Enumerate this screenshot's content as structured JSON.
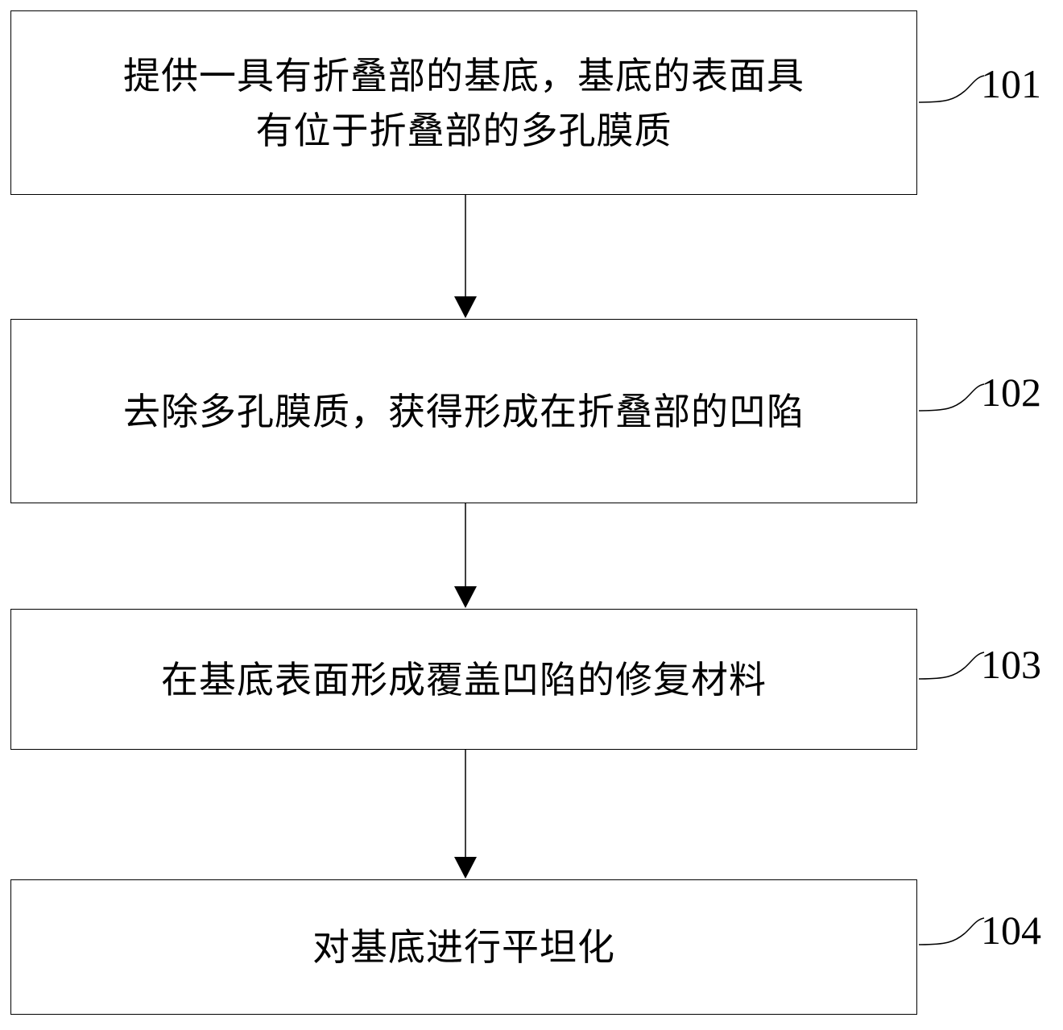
{
  "steps": [
    {
      "id": "101",
      "label_line1": "提供一具有折叠部的基底，基底的表面具",
      "label_line2": "有位于折叠部的多孔膜质"
    },
    {
      "id": "102",
      "label_line1": "去除多孔膜质，获得形成在折叠部的凹陷"
    },
    {
      "id": "103",
      "label_line1": "在基底表面形成覆盖凹陷的修复材料"
    },
    {
      "id": "104",
      "label_line1": "对基底进行平坦化"
    }
  ],
  "colors": {
    "line": "#000000",
    "background": "#ffffff"
  }
}
